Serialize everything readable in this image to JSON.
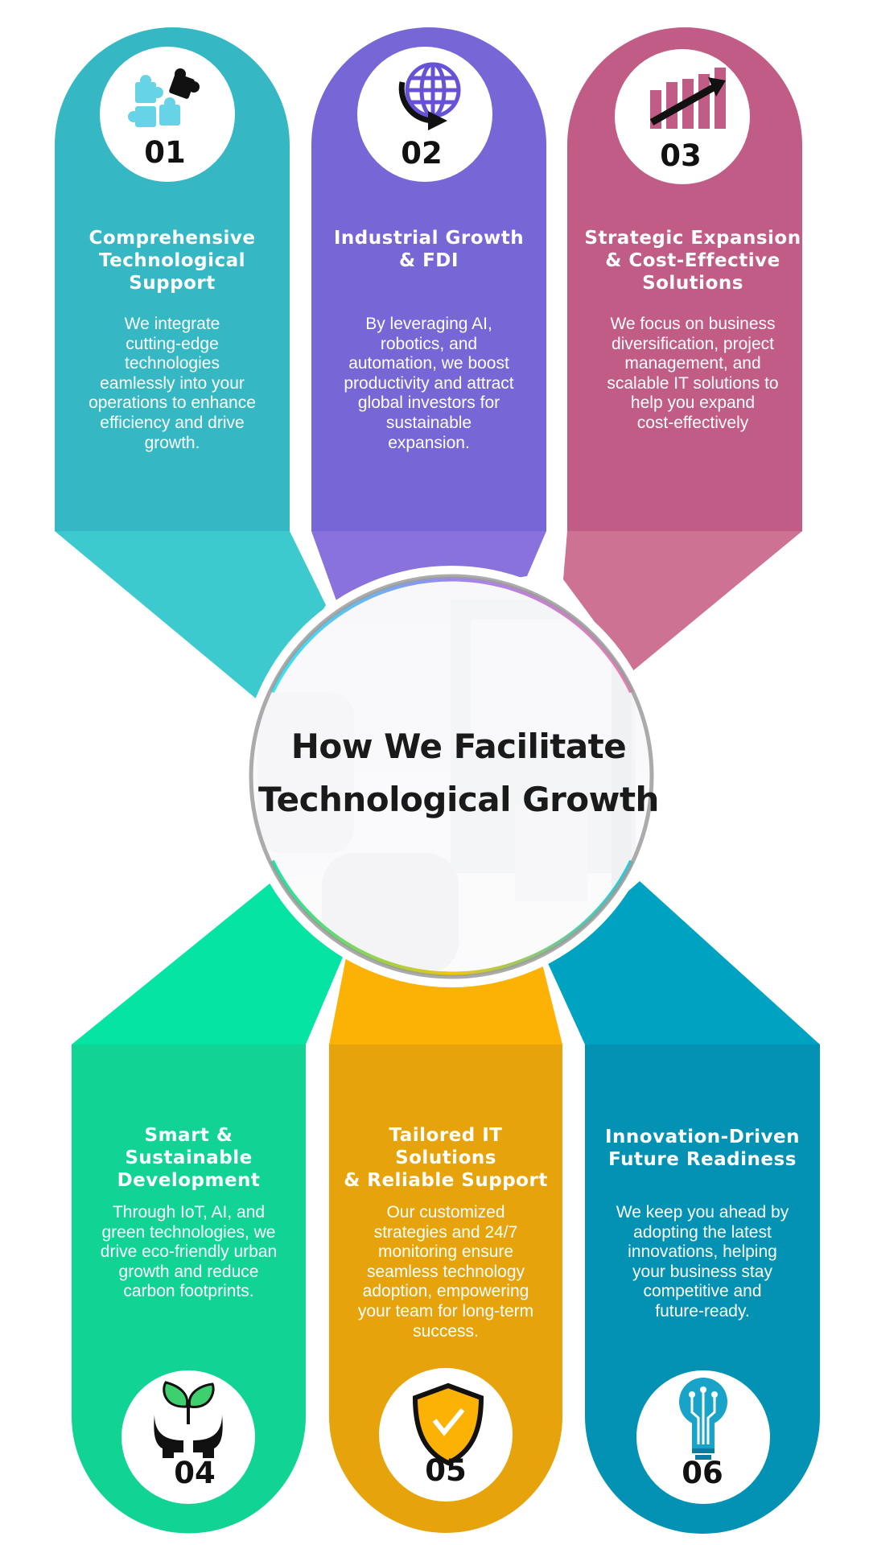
{
  "center": {
    "title": "How We Facilitate\nTechnological Growth"
  },
  "cards": [
    {
      "number": "01",
      "title": "Comprehensive\nTechnological\nSupport",
      "description": "We integrate\ncutting-edge\ntechnologies\neamlessly into your\noperations to enhance\nefficiency and drive\ngrowth.",
      "icon": "puzzle-icon",
      "color": "#36B8C4"
    },
    {
      "number": "02",
      "title": "Industrial Growth\n& FDI",
      "description": "By leveraging AI,\nrobotics, and\nautomation, we boost\nproductivity and attract\nglobal investors for\nsustainable\nexpansion.",
      "icon": "globe-arrow-icon",
      "color": "#7766D6"
    },
    {
      "number": "03",
      "title": "Strategic Expansion\n& Cost-Effective\nSolutions",
      "description": "We focus on business\ndiversification, project\nmanagement, and\nscalable IT solutions to\nhelp you expand\ncost-effectively",
      "icon": "growth-chart-icon",
      "color": "#C05C85"
    },
    {
      "number": "04",
      "title": "Smart & Sustainable\nDevelopment",
      "description": "Through IoT, AI, and\ngreen technologies, we\ndrive eco-friendly urban\ngrowth and reduce\ncarbon footprints.",
      "icon": "hands-plant-icon",
      "color": "#11D394"
    },
    {
      "number": "05",
      "title": "Tailored IT Solutions\n& Reliable Support",
      "description": "Our customized\nstrategies and 24/7\nmonitoring ensure\nseamless technology\nadoption, empowering\nyour team for long-term\nsuccess.",
      "icon": "shield-check-icon",
      "color": "#E6A30B"
    },
    {
      "number": "06",
      "title": "Innovation-Driven\nFuture Readiness",
      "description": "We keep you ahead by\nadopting the latest\ninnovations, helping\nyour business stay\ncompetitive and\nfuture-ready.",
      "icon": "lightbulb-circuit-icon",
      "color": "#0492B4"
    }
  ]
}
